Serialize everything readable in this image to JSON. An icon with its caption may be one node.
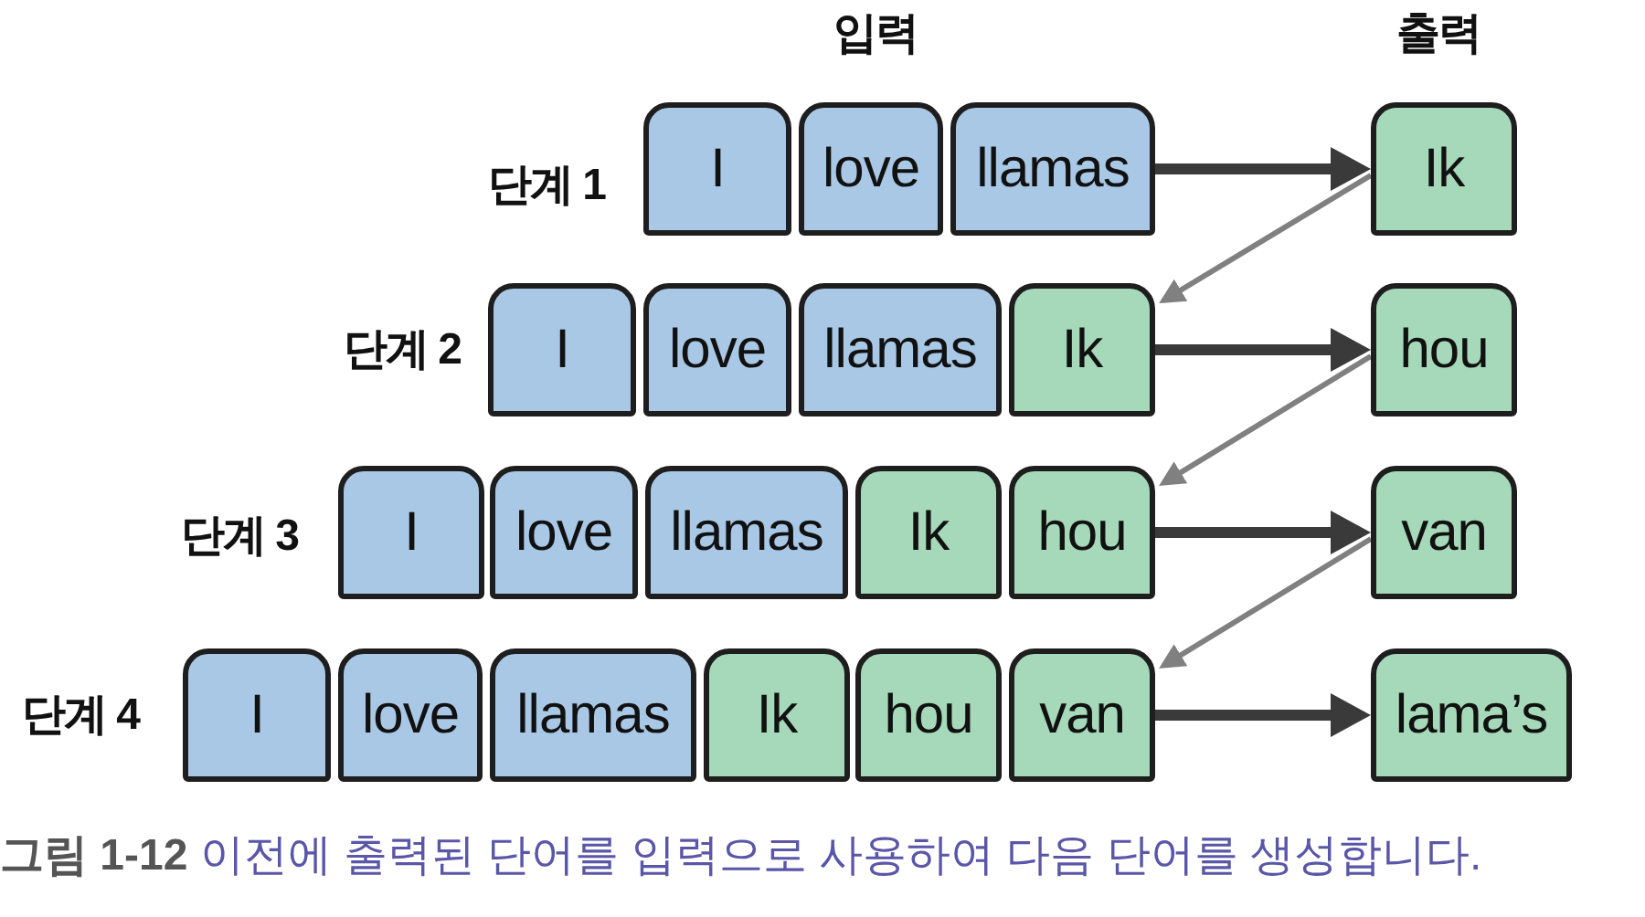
{
  "diagram": {
    "caption": "**그림 1-12** 이전에 출력된 단어를 입력으로 사용하여 다음 단어를 생성합니다.",
    "nodes": [
      {
        "text": [
          "I"
        ]
      },
      {
        "text": [
          "love"
        ]
      },
      {
        "text": [
          "llamas"
        ]
      },
      {
        "text": [
          "Ik"
        ]
      },
      {
        "text": [
          "I"
        ]
      },
      {
        "text": [
          "love"
        ]
      },
      {
        "text": [
          "llamas"
        ]
      },
      {
        "text": [
          "Ik"
        ]
      },
      {
        "text": [
          "hou"
        ]
      },
      {
        "text": [
          "I"
        ]
      },
      {
        "text": [
          "love"
        ]
      },
      {
        "text": [
          "llamas"
        ]
      },
      {
        "text": [
          "Ik"
        ]
      },
      {
        "text": [
          "hou"
        ]
      },
      {
        "text": [
          "van"
        ]
      },
      {
        "text": [
          "I"
        ]
      },
      {
        "text": [
          "love"
        ]
      },
      {
        "text": [
          "llamas"
        ]
      },
      {
        "text": [
          "Ik"
        ]
      },
      {
        "text": [
          "hou"
        ]
      },
      {
        "text": [
          "van"
        ]
      },
      {
        "text": [
          "lama’s"
        ]
      }
    ],
    "edges": [
      {
        "from": 2,
        "to": 3,
        "arrow": "to"
      },
      {
        "from": 3,
        "to": 7,
        "arrow": "to",
        "color": "#808080"
      },
      {
        "from": 7,
        "to": 8,
        "arrow": "to"
      },
      {
        "from": 8,
        "to": 13,
        "arrow": "to",
        "color": "#808080"
      },
      {
        "from": 13,
        "to": 14,
        "arrow": "to"
      },
      {
        "from": 14,
        "to": 20,
        "arrow": "to",
        "color": "#808080"
      },
      {
        "from": 20,
        "to": 21,
        "arrow": "to"
      }
    ],
    "labels": [
      "입력",
      "출력",
      "단계 1",
      "단계 2",
      "단계 3",
      "단계 4"
    ]
  }
}
